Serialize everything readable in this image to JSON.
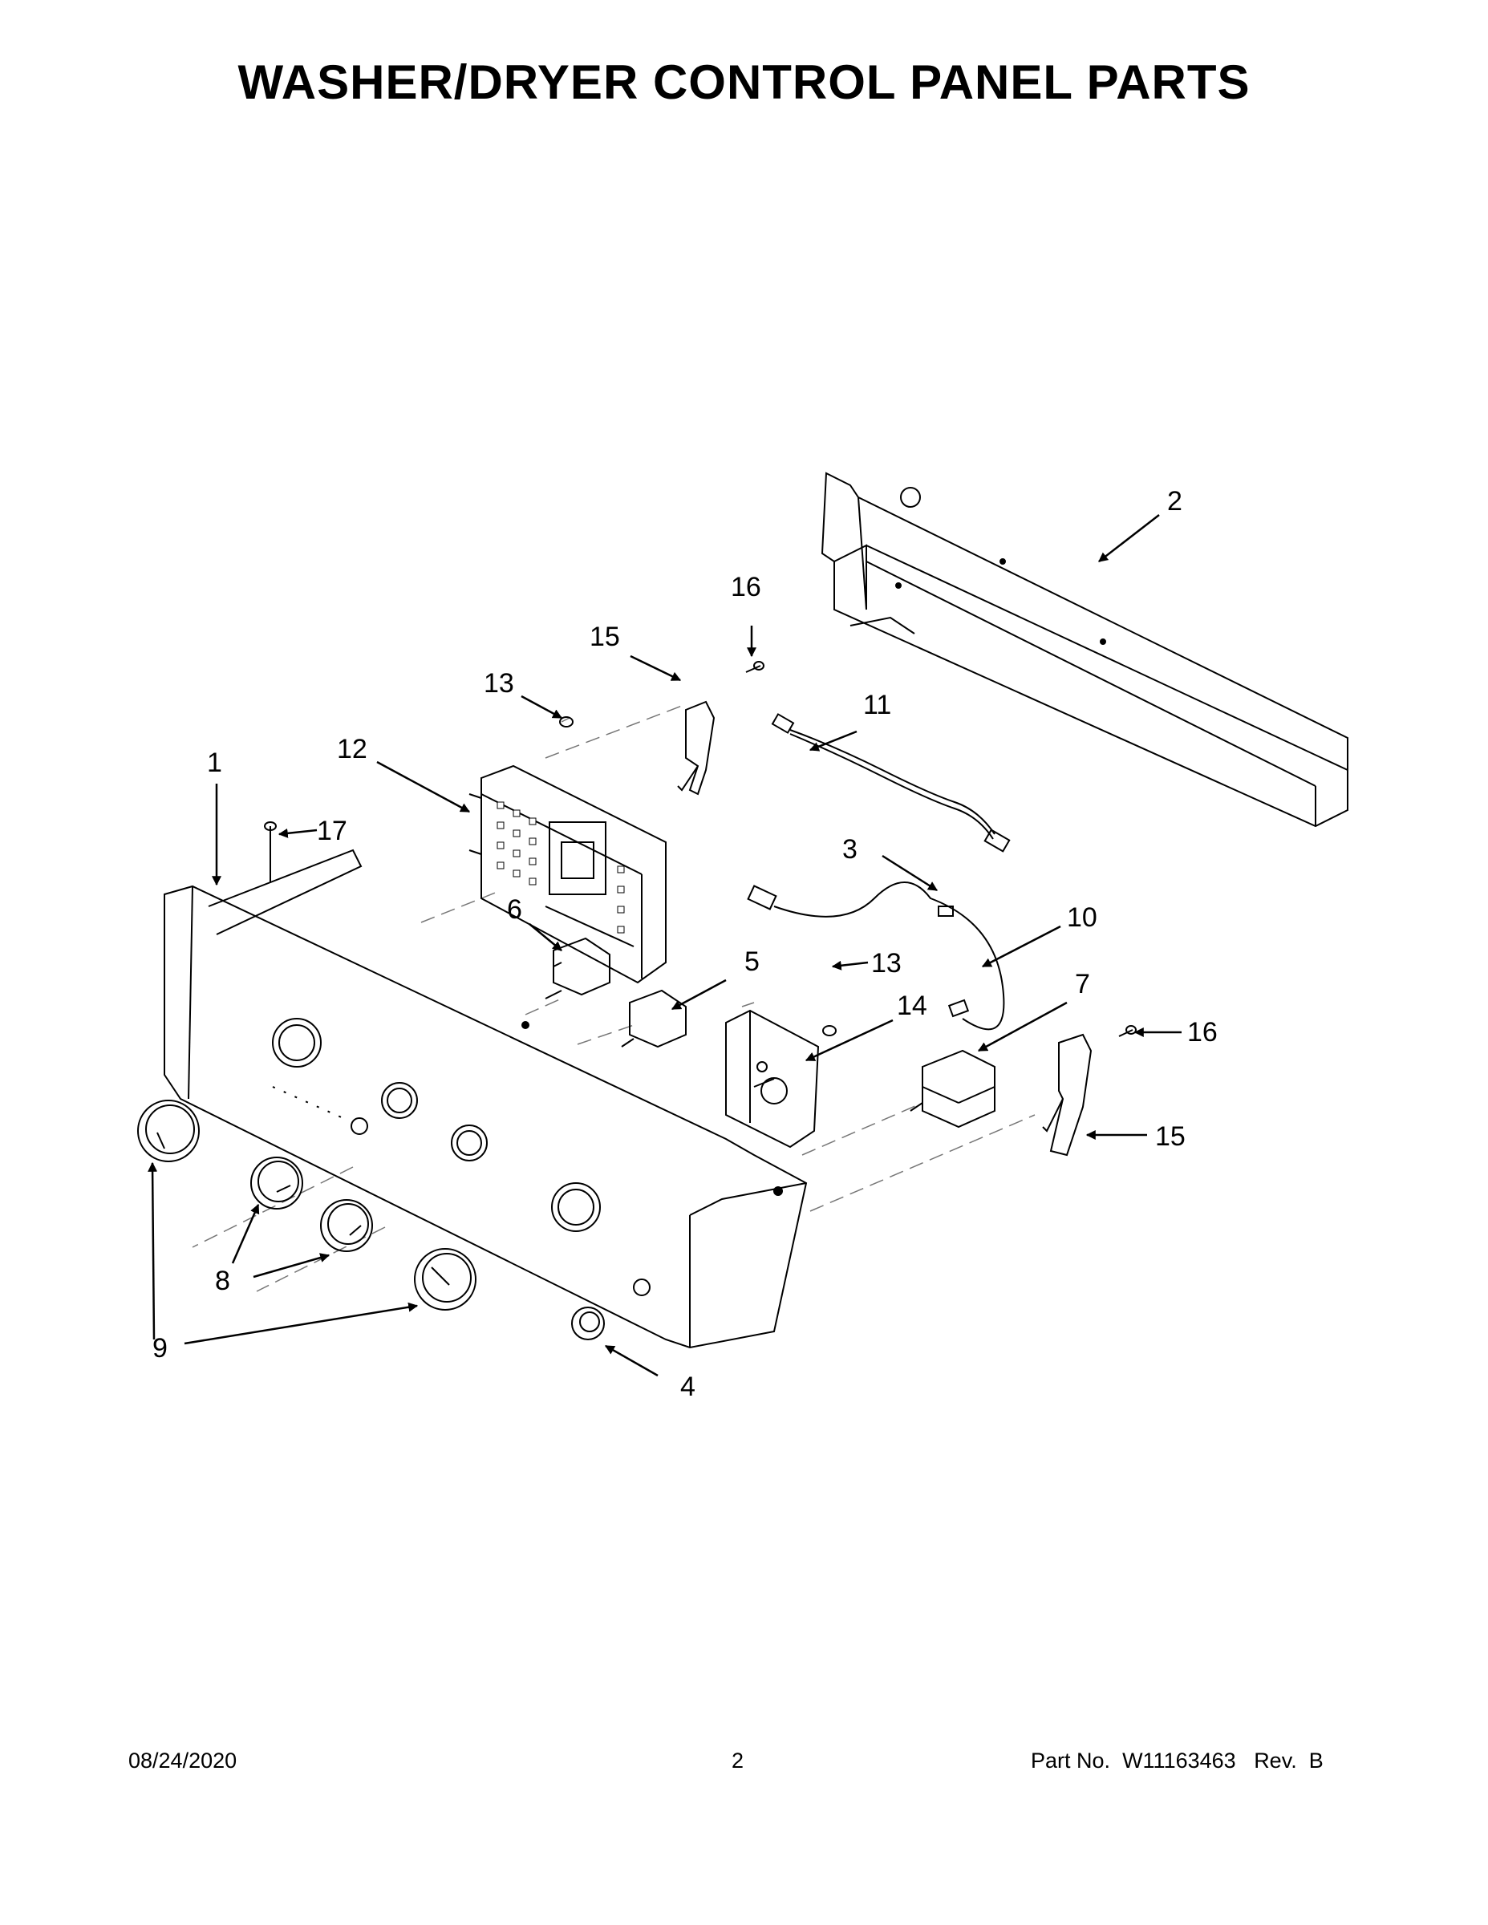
{
  "title": "WASHER/DRYER CONTROL PANEL PARTS",
  "callouts": [
    "1",
    "2",
    "3",
    "4",
    "5",
    "6",
    "7",
    "8",
    "9",
    "10",
    "11",
    "12",
    "13",
    "13",
    "14",
    "15",
    "15",
    "16",
    "16",
    "17"
  ],
  "footer": {
    "date": "08/24/2020",
    "page": "2",
    "part_no_label": "Part No.",
    "part_no": "W11163463",
    "rev_label": "Rev.",
    "rev": "B"
  }
}
